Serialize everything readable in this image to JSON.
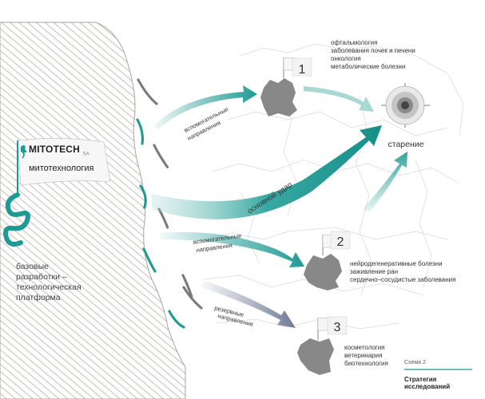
{
  "brand": {
    "name": "MITOTECH",
    "tag": "SA",
    "subtitle": "митотехнология"
  },
  "platform_label": [
    "базовые",
    "разработки –",
    "технологическая",
    "платформа"
  ],
  "arrows": {
    "auxiliary_1": [
      "вспомогательные",
      "направления"
    ],
    "main": "основной удар",
    "auxiliary_2": [
      "вспомогательные",
      "направления"
    ],
    "reserve": [
      "резервные",
      "направления"
    ]
  },
  "targets": [
    {
      "number": "1",
      "items": [
        "офтальмология",
        "заболевания почек и печени",
        "онкология",
        "метаболические болезни"
      ]
    },
    {
      "number": "2",
      "items": [
        "нейродегенеративные болезни",
        "заживление ран",
        "сердечно–сосудистые заболевания"
      ]
    },
    {
      "number": "3",
      "items": [
        "косметология",
        "ветеринария",
        "биотехнология"
      ]
    }
  ],
  "goal_label": "старение",
  "scheme": {
    "label": "Схема 2",
    "title": [
      "Стратегия",
      "исследований"
    ]
  },
  "colors": {
    "teal": "#1e9a94",
    "teal_light": "#a8d8d4",
    "grey_arrow": "#6e7a95",
    "cloud": "#888888",
    "target_dark": "#444444"
  }
}
